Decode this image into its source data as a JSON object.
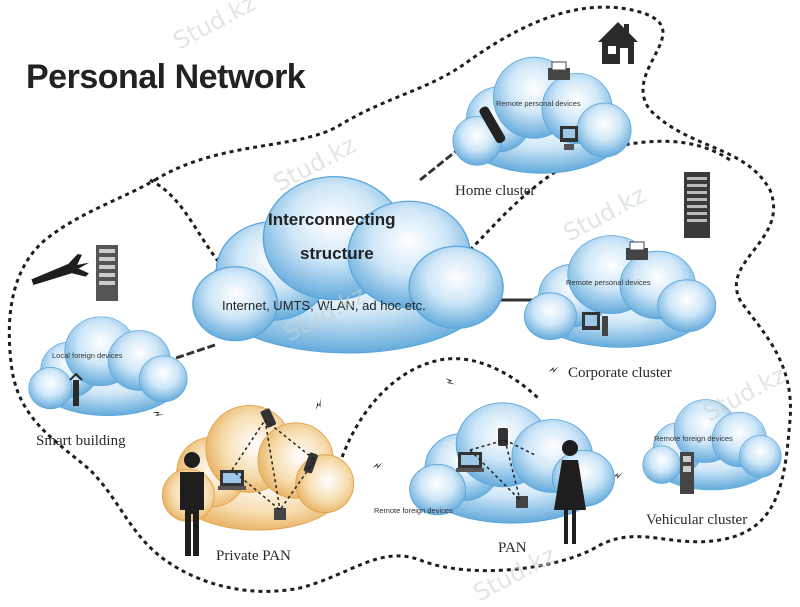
{
  "title": "Personal Network",
  "core": {
    "title_line1": "Interconnecting",
    "title_line2": "structure",
    "subtitle": "Internet, UMTS, WLAN, ad hoc etc."
  },
  "clusters": {
    "home": {
      "label": "Home cluster",
      "inner": "Remote personal devices"
    },
    "corporate": {
      "label": "Corporate cluster",
      "inner": "Remote personal devices"
    },
    "smart_building": {
      "label": "Smart building",
      "inner": "Local foreign devices"
    },
    "vehicular": {
      "label": "Vehicular cluster",
      "inner": "Remote foreign devices"
    },
    "private_pan": {
      "label": "Private PAN"
    },
    "pan": {
      "label": "PAN",
      "remote": "Remote foreign devices"
    }
  },
  "watermark": "Stud.kz",
  "colors": {
    "cloud_light": "#e8f4fd",
    "cloud_dark": "#4f9fd6",
    "pan_warm": "#f1c27a",
    "boundary": "#1e1e1e"
  }
}
